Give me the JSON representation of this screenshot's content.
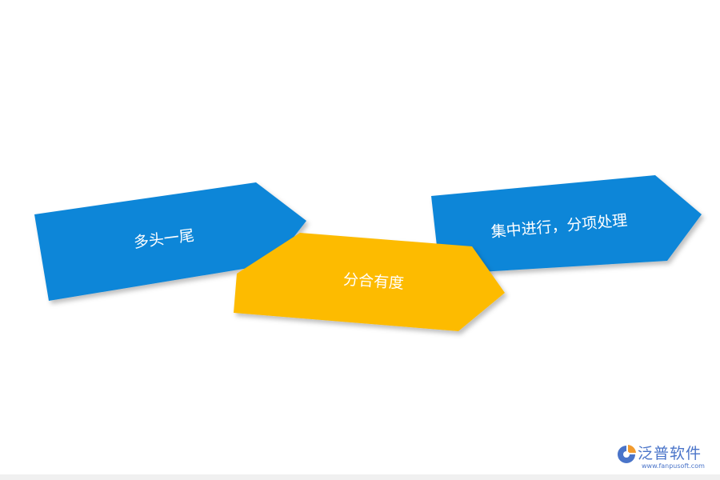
{
  "diagram": {
    "steps": [
      {
        "label": "多头一尾",
        "color": "#0f86d8"
      },
      {
        "label": "分合有度",
        "color": "#fdbb00"
      },
      {
        "label": "集中进行，分项处理",
        "color": "#0f86d8"
      }
    ]
  },
  "logo": {
    "name": "泛普软件",
    "url": "www.fanpusoft.com",
    "icon": "fanpu-logo-icon"
  }
}
